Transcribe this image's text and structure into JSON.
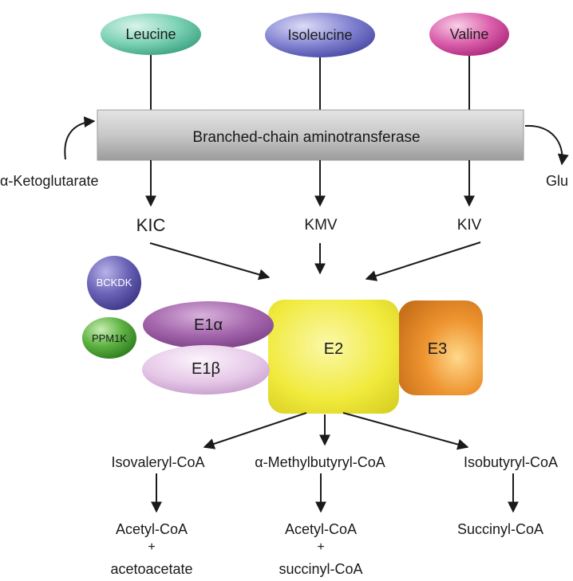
{
  "amino_acids": {
    "leucine": "Leucine",
    "isoleucine": "Isoleucine",
    "valine": "Valine"
  },
  "enzymes": {
    "bcat": "Branched-chain aminotransferase",
    "bckdk": "BCKDK",
    "ppm1k": "PPM1K",
    "e1a": "E1α",
    "e1b": "E1β",
    "e2": "E2",
    "e3": "E3"
  },
  "cosubstrates": {
    "input": "α-Ketoglutarate",
    "output": "Glu"
  },
  "keto_acids": {
    "kic": "KIC",
    "kmv": "KMV",
    "kiv": "KIV"
  },
  "acyl_coas": {
    "isovaleryl": "Isovaleryl-CoA",
    "methylbutyryl": "α-Methylbutyryl-CoA",
    "isobutyryl": "Isobutyryl-CoA"
  },
  "end_products": {
    "left": {
      "line1": "Acetyl-CoA",
      "plus": "+",
      "line2": "acetoacetate"
    },
    "middle": {
      "line1": "Acetyl-CoA",
      "plus": "+",
      "line2": "succinyl-CoA"
    },
    "right": {
      "line1": "Succinyl-CoA"
    }
  },
  "colors": {
    "leucine": "#5cc4a4",
    "isoleucine": "#6f6fc4",
    "valine": "#d44a9c",
    "bcat_box": "#c6c6c6",
    "bckdk": "#6a62b6",
    "ppm1k": "#5cb040",
    "e1a": "#a466ac",
    "e1b": "#e2c2e4",
    "e2": "#efe93a",
    "e3": "#ec8f2c"
  }
}
